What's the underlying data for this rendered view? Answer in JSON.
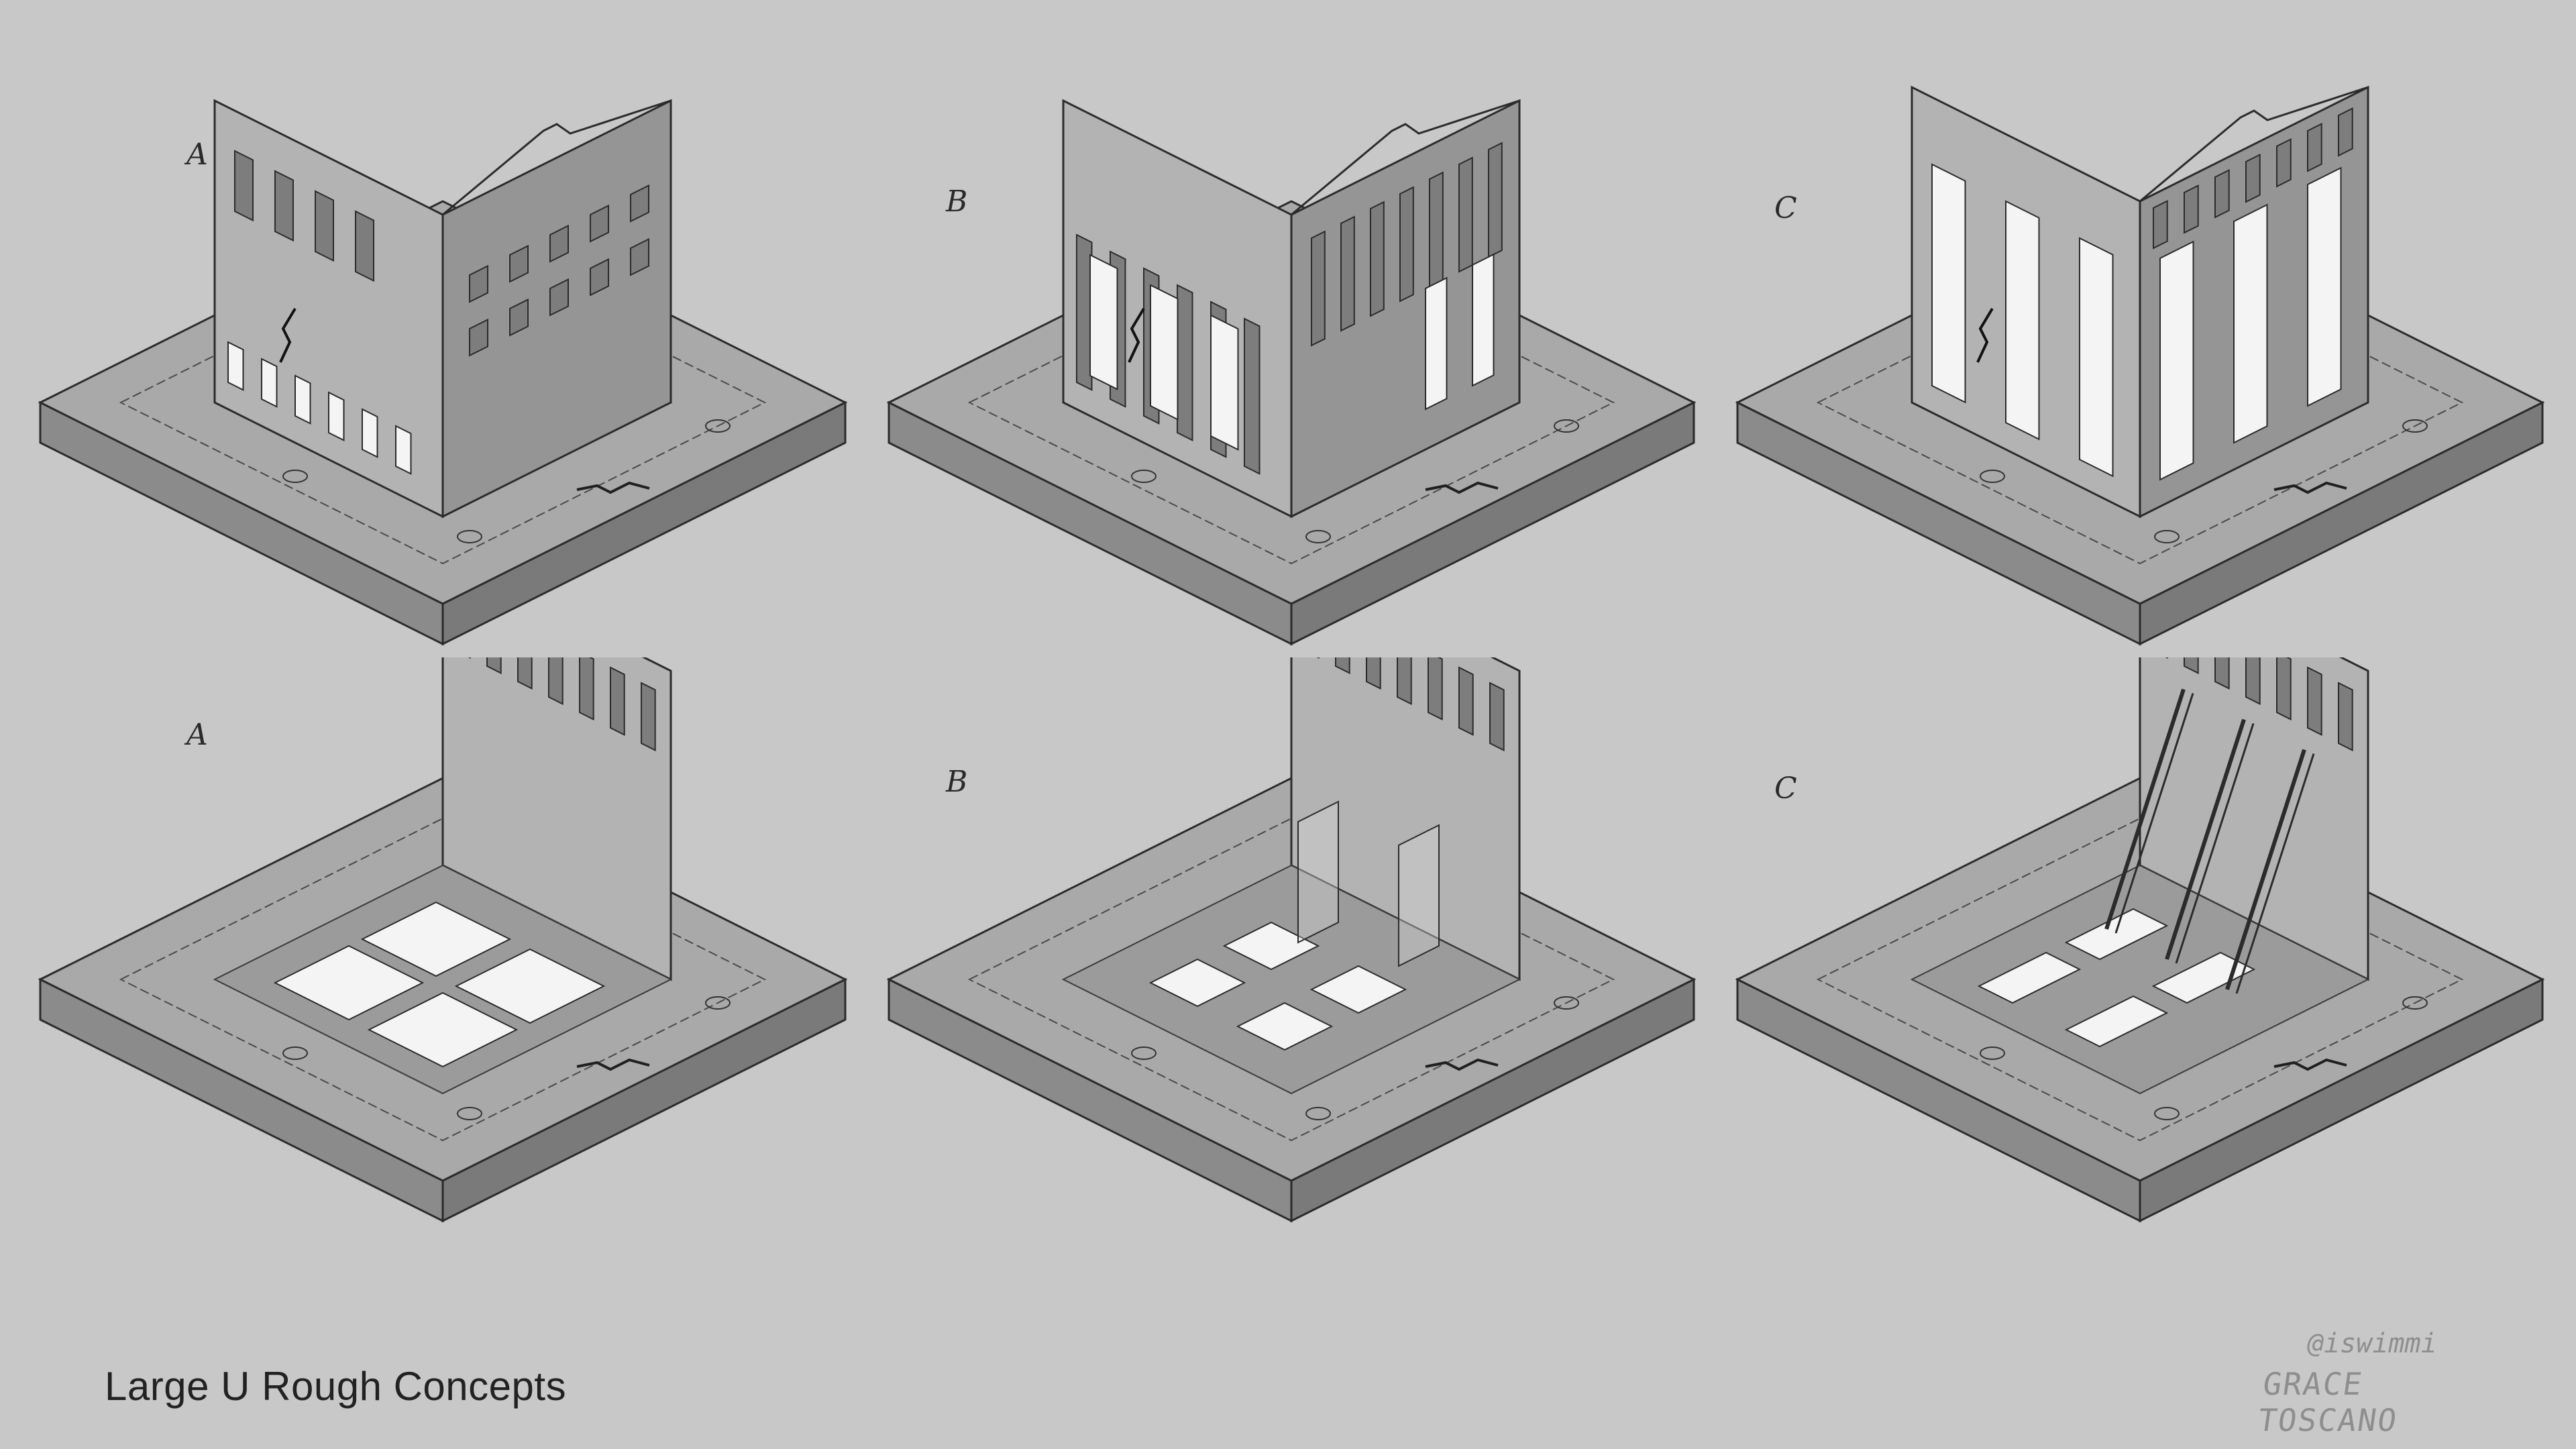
{
  "sheet": {
    "title": "Large U Rough Concepts",
    "background_color": "#c8c8c8"
  },
  "signature": {
    "handle": "@iswimmi",
    "name": "GRACE TOSCANO",
    "lettering_is_artwork": true
  },
  "panels": [
    {
      "letter": "A",
      "row": "top",
      "depicts": "building-exterior",
      "walls": "full"
    },
    {
      "letter": "B",
      "row": "top",
      "depicts": "building-exterior",
      "walls": "full"
    },
    {
      "letter": "C",
      "row": "top",
      "depicts": "building-exterior",
      "walls": "full"
    },
    {
      "letter": "A",
      "row": "bottom",
      "depicts": "building-cutaway",
      "interior": "glowing floor panels"
    },
    {
      "letter": "B",
      "row": "bottom",
      "depicts": "building-cutaway",
      "interior": "glass pods"
    },
    {
      "letter": "C",
      "row": "bottom",
      "depicts": "building-cutaway",
      "interior": "ramps and pads"
    }
  ],
  "palette": {
    "base_top": "#a9a9a9",
    "base_side_left": "#8b8b8b",
    "base_side_right": "#7a7a7a",
    "wall_light": "#b3b3b3",
    "wall_dark": "#959595",
    "line": "#2b2b2b",
    "glow": "#f4f4f4"
  }
}
